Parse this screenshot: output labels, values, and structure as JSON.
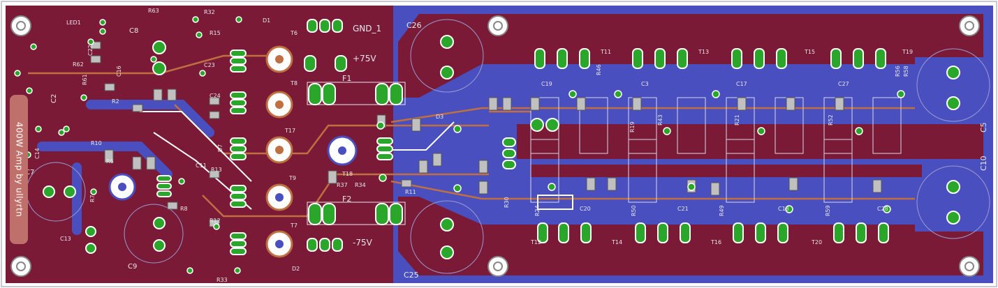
{
  "board": {
    "colors": {
      "copper_top": "#7a1a37",
      "copper_bottom": "#4a4fc0",
      "background": "#ffffff",
      "border": "#c9c9d6",
      "pad": "#2aa62a",
      "silk": "#e8e8e8",
      "trace": "#c07040",
      "label_panel": "#c0706a"
    },
    "side_label": "400W Amp by ullyrtn",
    "nets": {
      "gnd": "GND_1",
      "vpos": "+75V",
      "vneg": "-75V"
    },
    "components": {
      "led1": "LED1",
      "r63": "R63",
      "r32": "R32",
      "r15": "R15",
      "c8": "C8",
      "c2": "C2",
      "c7": "C7",
      "c9": "C9",
      "c13": "C13",
      "c14": "C14",
      "c11": "C11",
      "c16": "C16",
      "c22": "C22",
      "c23": "C23",
      "c24": "C24",
      "c26": "C26",
      "c25": "C25",
      "c5": "C5",
      "c10": "C10",
      "c19": "C19",
      "c3": "C3",
      "c17": "C17",
      "c27": "C27",
      "c20": "C20",
      "c21": "C21",
      "c18": "C18",
      "c28": "C28",
      "r62": "R62",
      "r61": "R61",
      "r2": "R2",
      "r6": "R6",
      "r7": "R7",
      "r8": "R8",
      "r10": "R10",
      "r12": "R12",
      "r13": "R13",
      "r33": "R33",
      "r37": "R37",
      "r34": "R34",
      "r11": "R11",
      "r46": "R46",
      "r19": "R19",
      "r43": "R43",
      "r21": "R21",
      "r52": "R52",
      "r56": "R56",
      "r58": "R58",
      "r50": "R50",
      "r49": "R49",
      "r59": "R59",
      "r24": "R24",
      "r30": "R30",
      "d1": "D1",
      "d2": "D2",
      "d3": "D3",
      "d7": "D7",
      "t6": "T6",
      "t8": "T8",
      "t17": "T17",
      "t18": "T18",
      "t9": "T9",
      "t7": "T7",
      "t11": "T11",
      "t13": "T13",
      "t15": "T15",
      "t19": "T19",
      "t12": "T12",
      "t14": "T14",
      "t16": "T16",
      "t20": "T20",
      "f1": "F1",
      "f2": "F2"
    }
  }
}
